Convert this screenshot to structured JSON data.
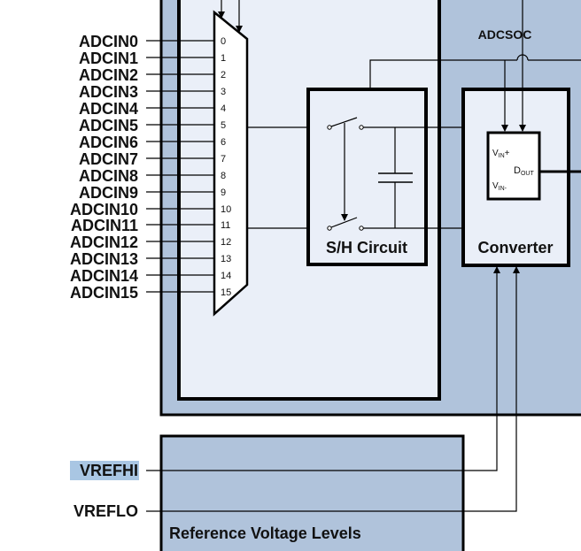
{
  "diagram": {
    "title": "ADC block diagram",
    "colors": {
      "outer_fill": "#b0c3db",
      "inner_fill": "#eaeff8",
      "stroke": "#000000",
      "highlight": "#a9c6e3"
    },
    "inputs": [
      {
        "label": "ADCIN0",
        "pin": "0"
      },
      {
        "label": "ADCIN1",
        "pin": "1"
      },
      {
        "label": "ADCIN2",
        "pin": "2"
      },
      {
        "label": "ADCIN3",
        "pin": "3"
      },
      {
        "label": "ADCIN4",
        "pin": "4"
      },
      {
        "label": "ADCIN5",
        "pin": "5"
      },
      {
        "label": "ADCIN6",
        "pin": "6"
      },
      {
        "label": "ADCIN7",
        "pin": "7"
      },
      {
        "label": "ADCIN8",
        "pin": "8"
      },
      {
        "label": "ADCIN9",
        "pin": "9"
      },
      {
        "label": "ADCIN10",
        "pin": "10"
      },
      {
        "label": "ADCIN11",
        "pin": "11"
      },
      {
        "label": "ADCIN12",
        "pin": "12"
      },
      {
        "label": "ADCIN13",
        "pin": "13"
      },
      {
        "label": "ADCIN14",
        "pin": "14"
      },
      {
        "label": "ADCIN15",
        "pin": "15"
      }
    ],
    "sh_circuit_label": "S/H Circuit",
    "converter_label": "Converter",
    "adcsoc_label": "ADCSOC",
    "vin_plus": {
      "main": "V",
      "sub": "IN",
      "suffix": "+"
    },
    "vin_minus": {
      "main": "V",
      "sub": "IN-",
      "suffix": ""
    },
    "dout": {
      "main": "D",
      "sub": "OUT"
    },
    "vrefhi_label": "VREFHI",
    "vreflo_label": "VREFLO",
    "reference_label": "Reference Voltage Levels"
  }
}
